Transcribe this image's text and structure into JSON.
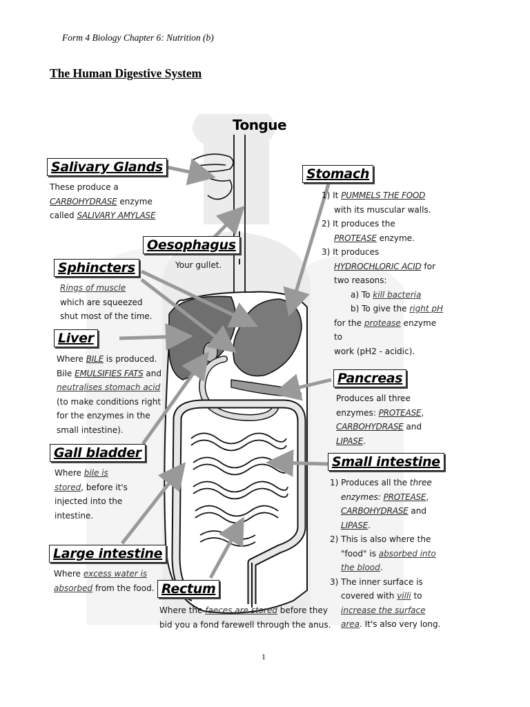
{
  "header": "Form 4 Biology Chapter 6: Nutrition (b)",
  "title": "The Human Digestive System",
  "page_number": "1",
  "labels": {
    "tongue": "Tongue",
    "salivary": {
      "name": "Salivary Glands",
      "l1": "These produce a",
      "l2a": "CARBOHYDRASE",
      "l2b": " enzyme",
      "l3a": "called ",
      "l3b": "SALIVARY AMYLASE"
    },
    "oesophagus": {
      "name": "Oesophagus",
      "desc": "Your gullet."
    },
    "sphincters": {
      "name": "Sphincters",
      "l1": "Rings of muscle",
      "l2": "which are squeezed",
      "l3": "shut most of the time."
    },
    "liver": {
      "name": "Liver",
      "l1a": "Where ",
      "l1b": "BILE",
      "l1c": " is produced.",
      "l2a": "Bile ",
      "l2b": "EMULSIFIES FATS",
      "l2c": " and",
      "l3": "neutralises stomach acid",
      "l4": "(to make conditions right",
      "l5": "for the enzymes in the",
      "l6": "small intestine)."
    },
    "gall_bladder": {
      "name": "Gall bladder",
      "l1a": "Where ",
      "l1b": "bile is",
      "l2a": "stored",
      "l2b": ", before it's",
      "l3": "injected into the",
      "l4": "intestine."
    },
    "large_intestine": {
      "name": "Large intestine",
      "l1a": "Where ",
      "l1b": "excess water is",
      "l2a": "absorbed",
      "l2b": " from the food."
    },
    "rectum": {
      "name": "Rectum",
      "l1a": "Where the ",
      "l1b": "faeces are stored",
      "l1c": " before they",
      "l2": "bid you a fond farewell through the anus."
    },
    "stomach": {
      "name": "Stomach",
      "l1a": "1) It ",
      "l1b": "PUMMELS THE FOOD",
      "l2": "with its muscular walls.",
      "l3": "2) It produces the",
      "l4a": "PROTEASE",
      "l4b": " enzyme.",
      "l5": "3) It produces",
      "l6a": "HYDROCHLORIC ACID",
      "l6b": " for",
      "l7": "two reasons:",
      "l8a": "a) To ",
      "l8b": "kill bacteria",
      "l9a": "b) To give the ",
      "l9b": "right pH",
      "l10a": "for the ",
      "l10b": "protease",
      "l10c": " enzyme to",
      "l11": "work (pH2 - acidic)."
    },
    "pancreas": {
      "name": "Pancreas",
      "l1": "Produces all three",
      "l2a": "enzymes: ",
      "l2b": "PROTEASE",
      "l2c": ",",
      "l3a": "CARBOHYDRASE",
      "l3b": " and",
      "l4a": "LIPASE",
      "l4b": "."
    },
    "small_intestine": {
      "name": "Small intestine",
      "l1a": "1) Produces all the ",
      "l1b": "three",
      "l2a": "enzymes: ",
      "l2b": "PROTEASE",
      "l2c": ",",
      "l3a": "CARBOHYDRASE",
      "l3b": " and",
      "l4a": "LIPASE",
      "l4b": ".",
      "l5": "2) This is also where the",
      "l6a": "\"food\" is ",
      "l6b": "absorbed into",
      "l7a": "the blood",
      "l7b": ".",
      "l8": "3) The inner surface is",
      "l9a": "covered with ",
      "l9b": "villi",
      "l9c": " to",
      "l10": "increase the surface",
      "l11a": "area",
      "l11b": ". It's also very long."
    }
  }
}
